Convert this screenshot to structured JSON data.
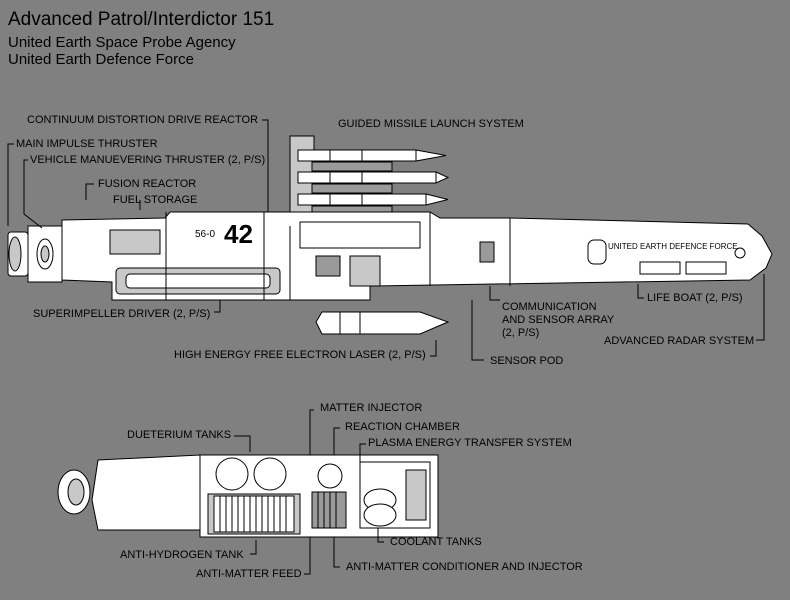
{
  "header": {
    "title": "Advanced Patrol/Interdictor 151",
    "agency": "United Earth Space Probe Agency",
    "force": "United Earth Defence Force"
  },
  "ship": {
    "hull_number": "42",
    "hull_prefix": "56-0",
    "hull_marking": "UNITED EARTH DEFENCE FORCE"
  },
  "labels": {
    "continuum_reactor": "CONTINUUM DISTORTION DRIVE REACTOR",
    "missile_launch": "GUIDED MISSILE LAUNCH SYSTEM",
    "main_impulse": "MAIN IMPULSE THRUSTER",
    "maneuvering_thruster": "VEHICLE MANUEVERING THRUSTER (2, P/S)",
    "fusion_reactor": "FUSION REACTOR",
    "fuel_storage": "FUEL STORAGE",
    "superimpeller": "SUPERIMPELLER DRIVER (2, P/S)",
    "comm_line1": "COMMUNICATION",
    "comm_line2": "AND SENSOR ARRAY",
    "comm_line3": "(2, P/S)",
    "life_boat": "LIFE BOAT (2, P/S)",
    "radar": "ADVANCED RADAR SYSTEM",
    "laser": "HIGH ENERGY FREE ELECTRON LASER (2, P/S)",
    "sensor_pod": "SENSOR POD",
    "matter_injector": "MATTER INJECTOR",
    "reaction_chamber": "REACTION CHAMBER",
    "deuterium_tanks": "DUETERIUM TANKS",
    "plasma_transfer": "PLASMA ENERGY TRANSFER SYSTEM",
    "coolant_tanks": "COOLANT TANKS",
    "anti_hydrogen": "ANTI-HYDROGEN TANK",
    "antimatter_feed": "ANTI-MATTER FEED",
    "antimatter_conditioner": "ANTI-MATTER CONDITIONER AND INJECTOR"
  }
}
